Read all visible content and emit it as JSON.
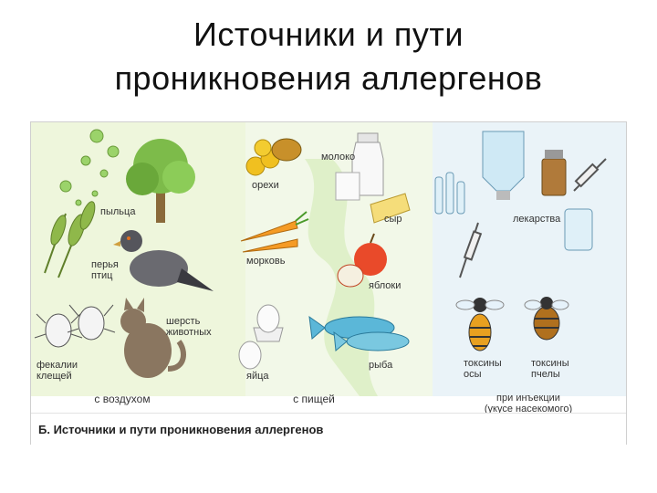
{
  "slide": {
    "title_line1": "Источники и пути",
    "title_line2": "проникновения аллергенов"
  },
  "figure": {
    "caption": "Б. Источники и пути проникновения аллергенов",
    "colors": {
      "air_zone": "#e4f2c8",
      "food_zone": "#e8f4d8",
      "injection_zone": "#dcecf4",
      "tree": "#7dbb4a",
      "pollen": "#9bd36a",
      "wheat": "#8fb84a",
      "pigeon": "#6a6a70",
      "cat": "#8a7660",
      "fish": "#5bb7d8",
      "apple": "#e94a2a",
      "carrot": "#f59b25",
      "nuts": "#f0c020",
      "cheese": "#f5dd7a",
      "bottle": "#cfe9f5",
      "wasp": "#e8a020",
      "bee": "#b0701e"
    },
    "labels": {
      "pollen": "пыльца",
      "feathers": "перья\nптиц",
      "animal_hair": "шерсть\nживотных",
      "tick_feces": "фекалии\nклещей",
      "nuts": "орехи",
      "milk": "молоко",
      "cheese": "сыр",
      "carrot": "морковь",
      "apples": "яблоки",
      "fish": "рыба",
      "eggs": "яйца",
      "medicines": "лекарства",
      "wasp_toxins": "токсины\nосы",
      "bee_toxins": "токсины\nпчелы"
    },
    "routes": {
      "air": "с воздухом",
      "food": "с пищей",
      "injection": "при инъекции\n(укусе насекомого)"
    },
    "icons": [
      "tree-icon",
      "pollen-icon",
      "wheat-icon",
      "pigeon-icon",
      "tick-icon",
      "cat-icon",
      "nuts-icon",
      "milk-bottle-icon",
      "cheese-icon",
      "carrot-icon",
      "apple-icon",
      "fish-icon",
      "egg-icon",
      "medicine-bottle-icon",
      "syringe-icon",
      "ampoule-icon",
      "wasp-icon",
      "bee-icon"
    ]
  }
}
